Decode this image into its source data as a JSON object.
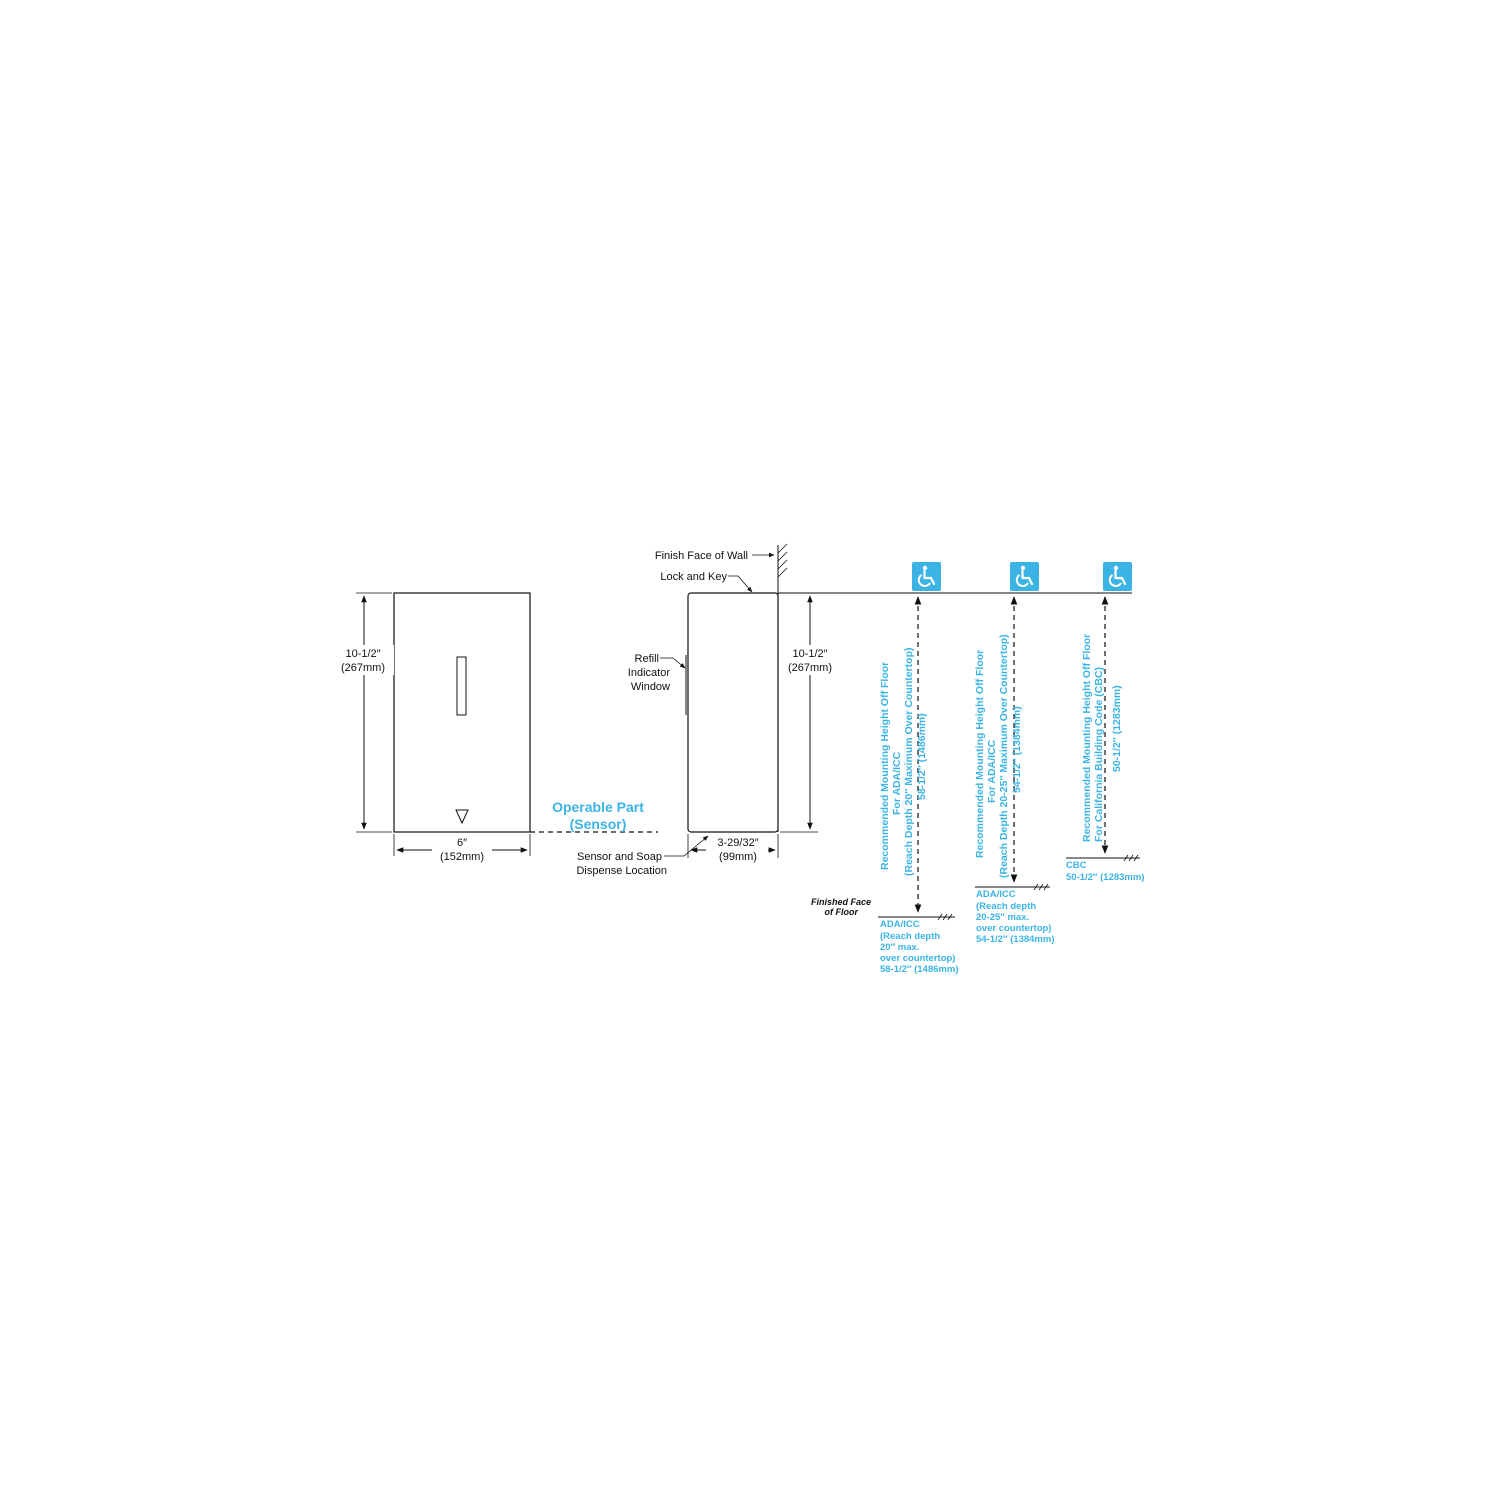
{
  "front_view": {
    "height_in": "10-1/2″",
    "height_mm": "(267mm)",
    "width_in": "6″",
    "width_mm": "(152mm)"
  },
  "operable_part": {
    "line1": "Operable Part",
    "line2": "(Sensor)"
  },
  "side_view": {
    "finish_face_wall": "Finish Face of Wall",
    "lock_and_key": "Lock and Key",
    "refill_line1": "Refill",
    "refill_line2": "Indicator",
    "refill_line3": "Window",
    "height_in": "10-1/2″",
    "height_mm": "(267mm)",
    "depth_in": "3-29/32″",
    "depth_mm": "(99mm)",
    "sensor_line1": "Sensor and Soap",
    "sensor_line2": "Dispense Location"
  },
  "floor_label": {
    "line1": "Finished Face",
    "line2": "of Floor"
  },
  "accessibility_icon": "wheelchair-icon",
  "mounting": [
    {
      "vertical_lines": [
        "Recommended Mounting Height Off Floor",
        "For ADA/ICC",
        "(Reach Depth 20″ Maximum Over Countertop)",
        "58-1/2″ (1486mm)"
      ],
      "note_lines": [
        "ADA/ICC",
        "(Reach depth",
        "20″ max.",
        "over countertop)",
        "58-1/2′′ (1486mm)"
      ]
    },
    {
      "vertical_lines": [
        "Recommended Mounting Height Off Floor",
        "For ADA/ICC",
        "(Reach Depth 20-25″ Maximum Over Countertop)",
        "54-1/2″ (1384mm)"
      ],
      "note_lines": [
        "ADA/ICC",
        "(Reach depth",
        "20-25″ max.",
        "over countertop)",
        "54-1/2″ (1384mm)"
      ]
    },
    {
      "vertical_lines": [
        "Recommended Mounting Height Off Floor",
        "For California Building Code (CBC)",
        "50-1/2″ (1283mm)"
      ],
      "note_lines": [
        "CBC",
        "50-1/2″ (1283mm)"
      ]
    }
  ],
  "colors": {
    "accent_blue": "#3bb4e5",
    "line": "#111111"
  }
}
